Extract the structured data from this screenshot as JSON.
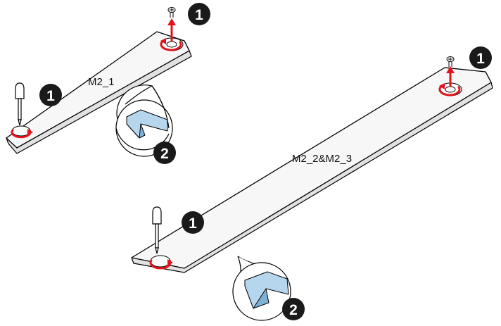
{
  "plates": [
    {
      "id": "m2-1",
      "label": "M2_1"
    },
    {
      "id": "m2-2-3",
      "label": "M2_2&M2_3"
    }
  ],
  "steps": {
    "one": "1",
    "two": "2"
  },
  "colors": {
    "rotation_arrow": "#e3121b",
    "thermal_pad": "#b6d6ee",
    "badge": "#1a1a1a"
  }
}
